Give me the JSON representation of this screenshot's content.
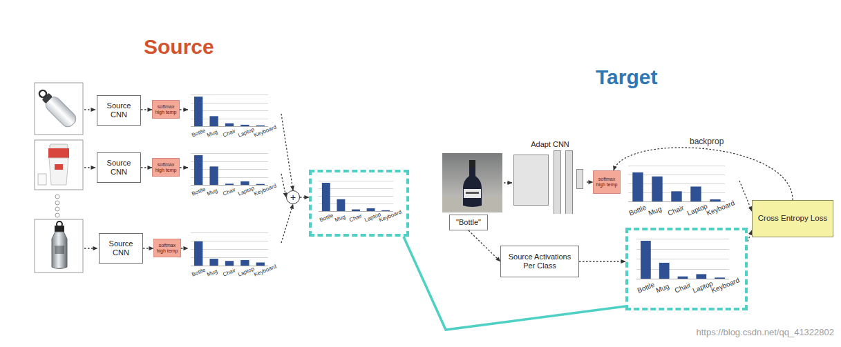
{
  "diagram": {
    "nodes": [
      {
        "text": [
          "Source CNN"
        ]
      },
      {
        "text": [
          "softmax high temp"
        ]
      },
      {
        "text": [
          "Bottle",
          "Mug",
          "Chair",
          "Laptop",
          "Keyboard"
        ]
      },
      {
        "text": [
          "Source CNN"
        ]
      },
      {
        "text": [
          "softmax high temp"
        ]
      },
      {
        "text": [
          "Bottle",
          "Mug",
          "Chair",
          "Laptop",
          "Keyboard"
        ]
      },
      {
        "text": [
          "Source CNN"
        ]
      },
      {
        "text": [
          "softmax high temp"
        ]
      },
      {
        "text": [
          "Bottle",
          "Mug",
          "Chair",
          "Laptop",
          "Keyboard"
        ]
      },
      {
        "text": [
          "+"
        ]
      },
      {
        "text": [
          "Bottle",
          "Mug",
          "Chair",
          "Laptop",
          "Keyboard"
        ]
      },
      {
        "text": [
          "Adapt CNN"
        ]
      },
      {
        "text": [
          "softmax high temp"
        ]
      },
      {
        "text": [
          "Bottle",
          "Mug",
          "Chair",
          "Laptop",
          "Keyboard"
        ]
      },
      {
        "text": [
          "\"Bottle\""
        ]
      },
      {
        "text": [
          "Source Activations Per Class"
        ]
      },
      {
        "text": [
          "Bottle",
          "Mug",
          "Chair",
          "Laptop",
          "Keyboard"
        ]
      },
      {
        "text": [
          "Cross Entropy Loss"
        ]
      }
    ],
    "edges": [
      {
        "from": 0,
        "to": 1,
        "arrow": "to"
      },
      {
        "from": 1,
        "to": 2,
        "arrow": "to"
      },
      {
        "from": 3,
        "to": 4,
        "arrow": "to"
      },
      {
        "from": 4,
        "to": 5,
        "arrow": "to"
      },
      {
        "from": 6,
        "to": 7,
        "arrow": "to"
      },
      {
        "from": 7,
        "to": 8,
        "arrow": "to"
      },
      {
        "from": 2,
        "to": 9,
        "arrow": "to"
      },
      {
        "from": 5,
        "to": 9,
        "arrow": "to"
      },
      {
        "from": 8,
        "to": 9,
        "arrow": "to"
      },
      {
        "from": 9,
        "to": 10,
        "arrow": "to"
      },
      {
        "from": 10,
        "to": 16,
        "arrow": "none"
      },
      {
        "from": 11,
        "to": 12,
        "arrow": "to"
      },
      {
        "from": 13,
        "to": 17,
        "arrow": "to"
      },
      {
        "from": 16,
        "to": 17,
        "arrow": "to"
      },
      {
        "from": 17,
        "to": 12,
        "label": "backprop",
        "arrow": "to"
      },
      {
        "from": 14,
        "to": 15,
        "arrow": "to"
      },
      {
        "from": 15,
        "to": 16,
        "arrow": "to"
      }
    ],
    "labels": [
      "Source",
      "Target",
      "https://blog.csdn.net/qq_41322802"
    ]
  }
}
